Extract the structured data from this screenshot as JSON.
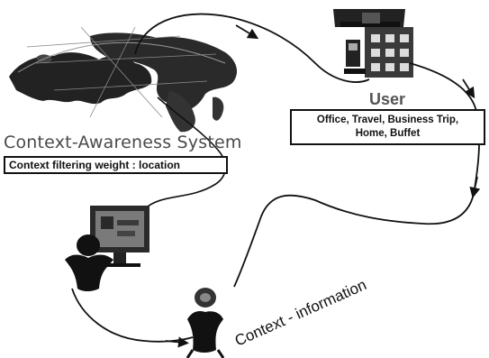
{
  "system": {
    "title": "Context-Awareness System",
    "filter_label": "Context filtering weight : location"
  },
  "user": {
    "title": "User",
    "locations_line1": "Office, Travel, Business Trip,",
    "locations_line2": "Home, Buffet"
  },
  "flow": {
    "label": "Context - information"
  },
  "icons": [
    "world-map-icon",
    "building-icon",
    "computer-monitor-icon",
    "person-at-computer-icon",
    "person-walking-icon"
  ]
}
